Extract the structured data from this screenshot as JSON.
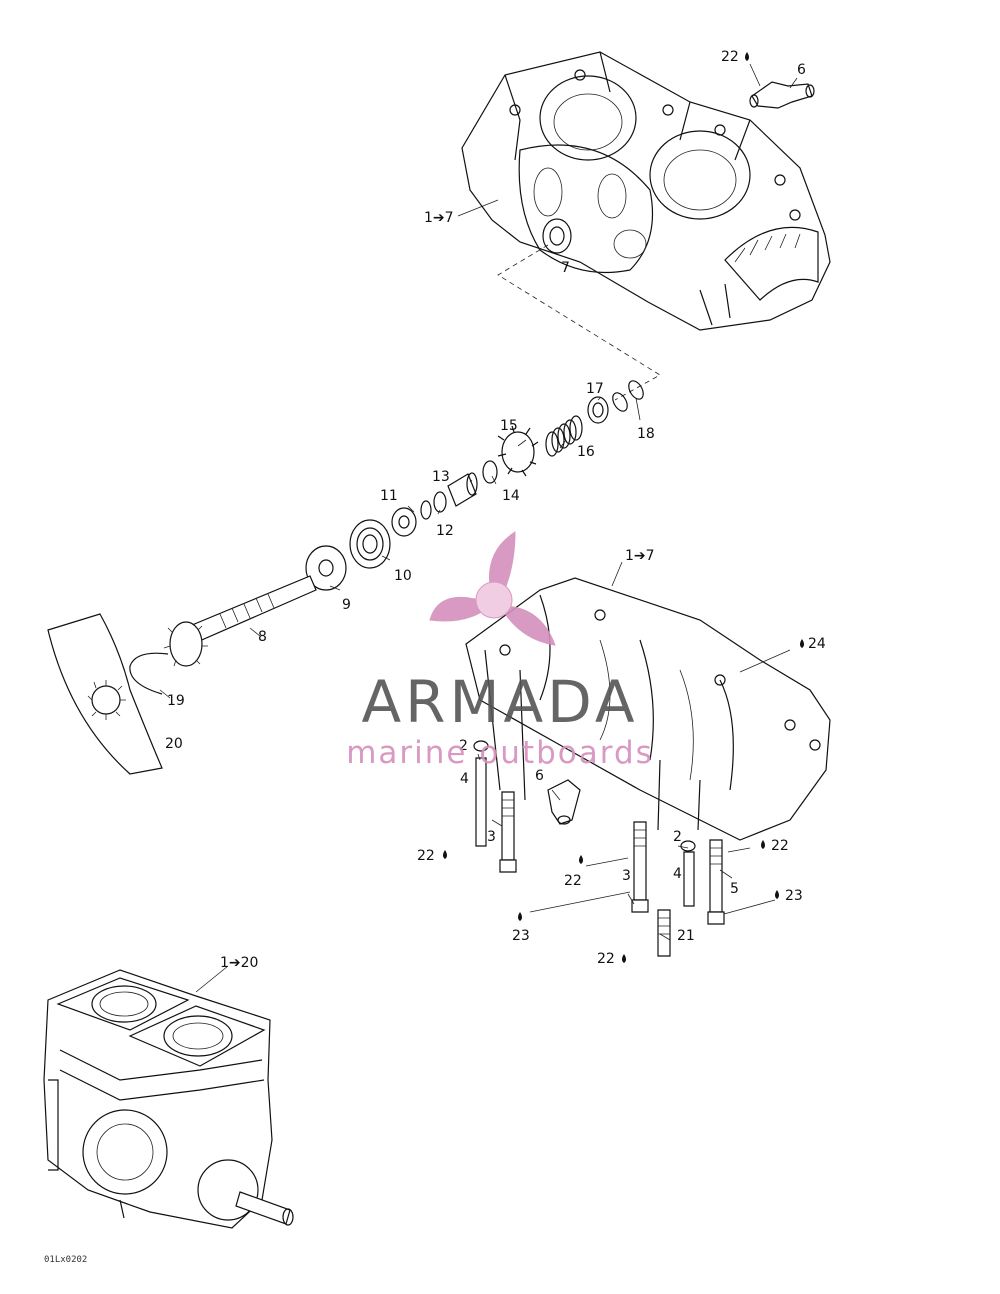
{
  "watermark": {
    "brand": "ARMADA",
    "tagline": "marine outboards",
    "brand_color": "#555555",
    "accent_color": "#d48fbd",
    "logo_icon": "propeller-icon"
  },
  "figure_code": "01Lx0202",
  "callouts": {
    "c_top_22": "22",
    "c_top_6": "6",
    "c_upper_1to7": "1➔7",
    "c_upper_7": "7",
    "c_17": "17",
    "c_18": "18",
    "c_15": "15",
    "c_16": "16",
    "c_13": "13",
    "c_14": "14",
    "c_11": "11",
    "c_12": "12",
    "c_10": "10",
    "c_9": "9",
    "c_8": "8",
    "c_19": "19",
    "c_20": "20",
    "c_lower_1to7": "1➔7",
    "c_24": "24",
    "c_2a": "2",
    "c_4a": "4",
    "c_6b": "6",
    "c_3a": "3",
    "c_22a": "22",
    "c_2b": "2",
    "c_22b": "22",
    "c_22c": "22",
    "c_3b": "3",
    "c_4b": "4",
    "c_5": "5",
    "c_23a": "23",
    "c_23b": "23",
    "c_21": "21",
    "c_22d": "22",
    "c_1to20": "1➔20"
  }
}
